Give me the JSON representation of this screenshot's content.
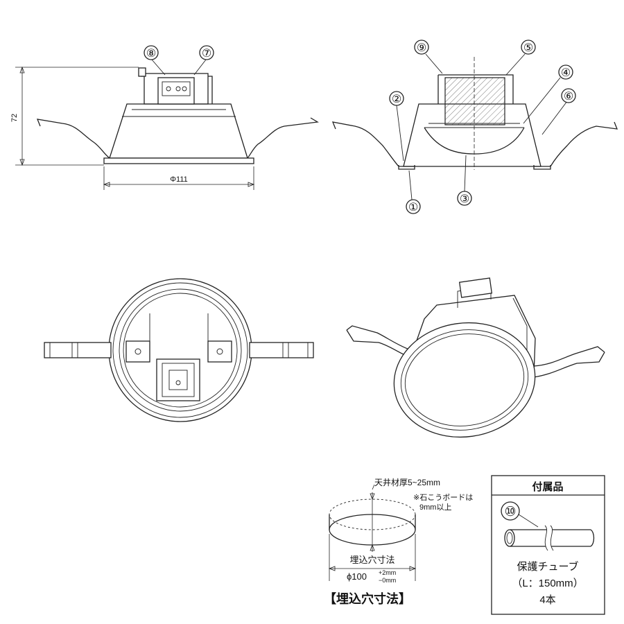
{
  "side_view": {
    "height_dim": "72",
    "diameter_dim": "Φ111",
    "callouts": [
      "⑧",
      "⑦"
    ]
  },
  "section_view": {
    "callouts": [
      "⑨",
      "⑤",
      "④",
      "②",
      "⑥",
      "①",
      "③"
    ]
  },
  "ceiling_cutout": {
    "thickness_label": "天井材厚5~25mm",
    "note_line1": "※石こうボードは",
    "note_line2": "9mm以上",
    "size_label": "埋込穴寸法",
    "dia_main": "ϕ100",
    "tol_plus": "+2mm",
    "tol_minus": "−0mm",
    "title": "【埋込穴寸法】"
  },
  "accessories": {
    "header": "付属品",
    "number": "⑩",
    "name": "保護チューブ",
    "length": "（L：150mm）",
    "quantity": "4本"
  }
}
